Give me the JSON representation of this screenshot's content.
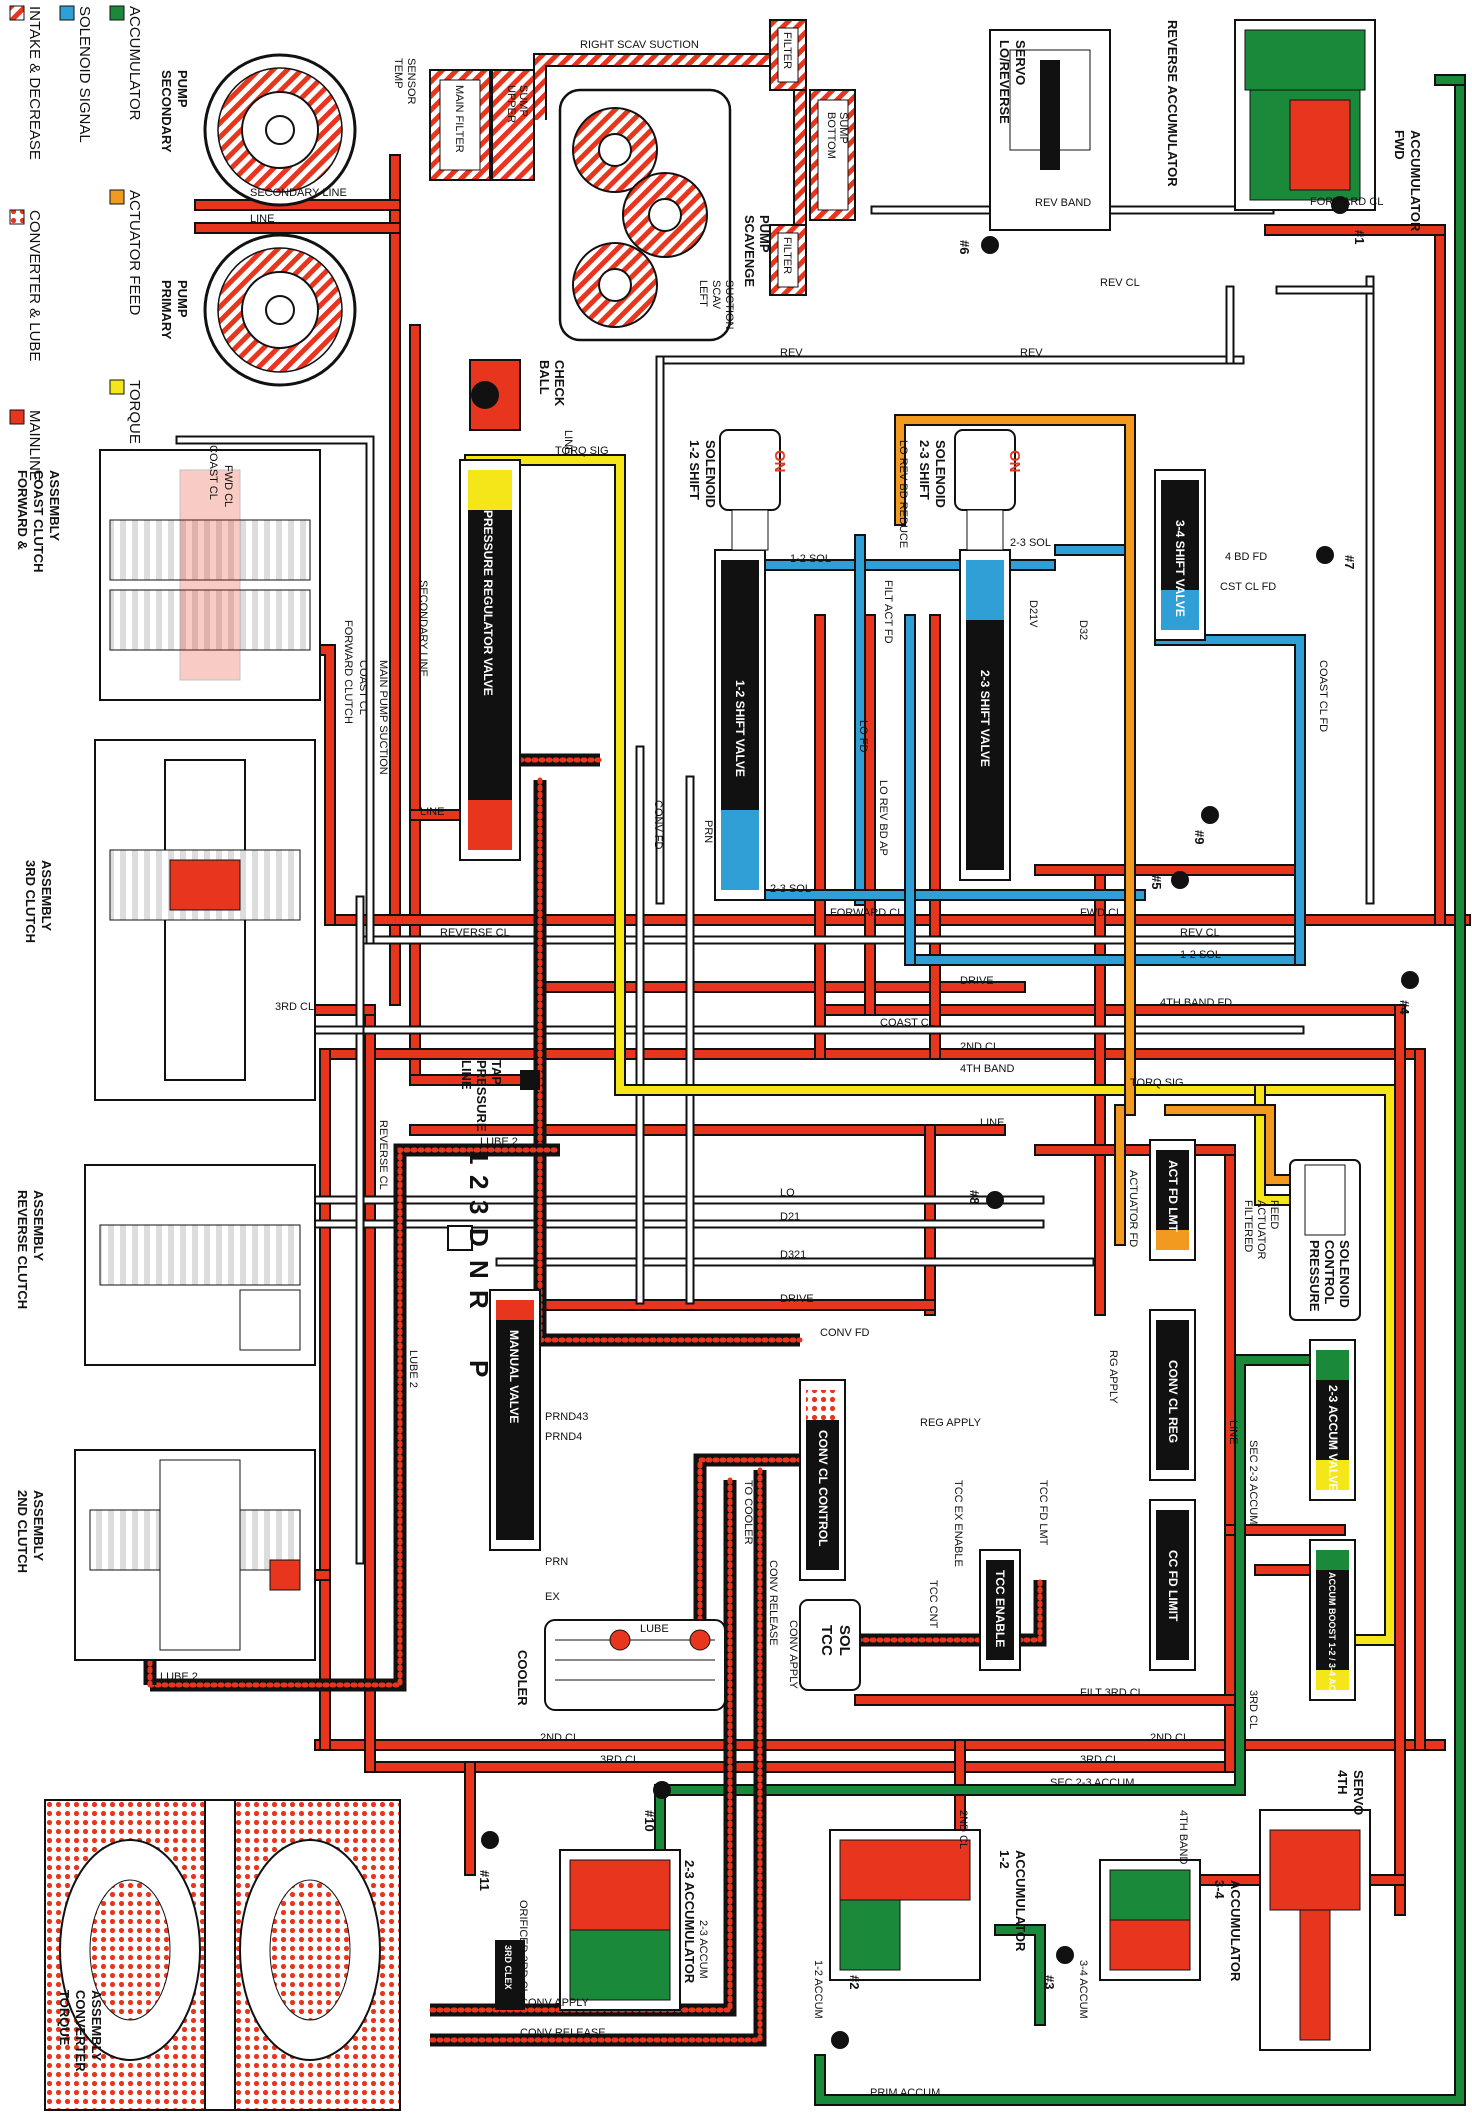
{
  "colors": {
    "mainline": "#e8351e",
    "accumulator": "#1a8a3a",
    "actuator_feed": "#f29a1f",
    "torque_signal": "#f5e61a",
    "solenoid_signal": "#2f9fd6",
    "converter_lube_dot": "#e8351e",
    "exhaust": "#ffffff"
  },
  "legend": {
    "intake": "INTAKE & DECREASE",
    "converter": "CONVERTER & LUBE",
    "mainline": "MAINLINE",
    "solenoid": "SOLENOID SIGNAL",
    "accumulator": "ACCUMULATOR",
    "actuator": "ACTUATOR FEED",
    "torque": "TORQUE SIGNAL"
  },
  "assemblies": {
    "forward_coast": [
      "FORWARD &",
      "COAST CLUTCH",
      "ASSEMBLY"
    ],
    "third": [
      "3RD CLUTCH",
      "ASSEMBLY"
    ],
    "reverse": [
      "REVERSE CLUTCH",
      "ASSEMBLY"
    ],
    "second": [
      "2ND CLUTCH",
      "ASSEMBLY"
    ],
    "torque_converter": [
      "TORQUE",
      "CONVERTER",
      "ASSEMBLY"
    ],
    "cooler": "COOLER",
    "secondary_pump": [
      "SECONDARY",
      "PUMP"
    ],
    "primary_pump": [
      "PRIMARY",
      "PUMP"
    ],
    "ball_check": [
      "BALL",
      "CHECK"
    ],
    "temp_sensor": [
      "TEMP",
      "SENSOR"
    ],
    "scavenge_pump": [
      "SCAVENGE",
      "PUMP"
    ],
    "left_scav": [
      "LEFT",
      "SCAV",
      "SUCTION"
    ],
    "lo_reverse_servo": [
      "LO/REVERSE",
      "SERVO"
    ],
    "reverse_accumulator": "REVERSE ACCUMULATOR",
    "fwd_accumulator": [
      "FWD",
      "ACCUMULATOR"
    ],
    "accum_12": [
      "1-2",
      "ACCUMULATOR"
    ],
    "accum_34": [
      "3-4",
      "ACCUMULATOR"
    ],
    "fourth_servo": [
      "4TH",
      "SERVO"
    ],
    "line_pressure_tap": [
      "LINE",
      "PRESSURE",
      "TAP"
    ],
    "pressure_control_solenoid": [
      "PRESSURE",
      "CONTROL",
      "SOLENOID"
    ],
    "filtered_actuator_feed": [
      "FILTERED",
      "ACTUATOR",
      "FEED"
    ],
    "tcc_sol": [
      "TCC",
      "SOL"
    ],
    "shift_sol_12": [
      "1-2 SHIFT",
      "SOLENOID"
    ],
    "shift_sol_23": [
      "2-3 SHIFT",
      "SOLENOID"
    ],
    "on": "ON"
  },
  "filters": {
    "main_filter": "MAIN FILTER",
    "upper_sump": [
      "UPPER",
      "SUMP"
    ],
    "bottom_sump": [
      "BOTTOM",
      "SUMP"
    ],
    "filter": "FILTER"
  },
  "valves": {
    "pressure_regulator": "PRESSURE REGULATOR VALVE",
    "manual": "MANUAL VALVE",
    "shift_12": "1-2 SHIFT VALVE",
    "shift_23": "2-3 SHIFT VALVE",
    "shift_34": "3-4 SHIFT VALVE",
    "act_fd_lmt": "ACT FD LMT",
    "conv_cl_reg": "CONV CL REG",
    "cc_fd_limit": "CC FD LIMIT",
    "conv_cl_control": "CONV CL CONTROL",
    "tcc_enable": "TCC ENABLE",
    "accum_valve_23": "2-3 ACCUM VALVE",
    "acc_boost": "ACCUM BOOST 1-2 / 3-4 ACC",
    "third_clex": "3RD CLEX",
    "accum_23": "2-3 ACCUMULATOR"
  },
  "gear_selector": [
    "P",
    "R",
    "N",
    "D",
    "3",
    "2",
    "1"
  ],
  "checkballs": [
    "#1",
    "#2",
    "#3",
    "#4",
    "#5",
    "#6",
    "#7",
    "#8",
    "#9",
    "#10",
    "#11"
  ],
  "passages": {
    "right_scav_suction": "RIGHT SCAV SUCTION",
    "secondary_line": "SECONDARY LINE",
    "line": "LINE",
    "torq_sig": "TORQ SIG",
    "rev": "REV",
    "rev_band": "REV BAND",
    "rev_cl": "REV CL",
    "forward_cl": "FORWARD CL",
    "prim_accum": "PRIM ACCUM",
    "sec_23_accum": "SEC 2-3 ACCUM",
    "coast_cl": "COAST CL",
    "fwd_cl": "FWD CL",
    "forward_clutch": "FORWARD CLUTCH",
    "coast_cl_v": "COAST CL",
    "main_pump_suction": "MAIN PUMP SUCTION",
    "secondary_line_v": "SECONDARY LINE",
    "reverse_cl": "REVERSE CL",
    "third_cl": "3RD CL",
    "second_cl": "2ND CL",
    "fourth_band": "4TH BAND",
    "fourth_band_fd": "4TH BAND FD",
    "drive": "DRIVE",
    "sol_12": "1-2 SOL",
    "sol_23": "2-3 SOL",
    "lube_2": "LUBE 2",
    "lo": "LO",
    "d21": "D21",
    "d321": "D321",
    "conv_fd": "CONV FD",
    "prn": "PRN",
    "prnd4": "PRND4",
    "prnd43": "PRND43",
    "ex": "EX",
    "lube": "LUBE",
    "to_cooler": "TO COOLER",
    "conv_release": "CONV RELEASE",
    "conv_apply": "CONV APPLY",
    "tcc_cnt": "TCC CNT",
    "tcc_ex_enable": "TCC EX ENABLE",
    "tcc_fd_lmt": "TCC FD LMT",
    "reg_apply": "REG APPLY",
    "rg_apply": "RG APPLY",
    "filt_3rd_cl": "FILT 3RD CL",
    "orificed_3rd_cl": "ORIFICED 3RD CL",
    "accum_23": "2-3 ACCUM",
    "accum_12": "1-2 ACCUM",
    "accum_34": "3-4 ACCUM",
    "filt_act_fd": "FILT ACT FD",
    "lo_rev_bd_reduce": "LO REV BD REDUCE",
    "lo_rev_bd_ap": "LO REV BD AP",
    "lo_fd": "LO FD",
    "fourth_bd_fd": "4 BD FD",
    "cst_cl_fd": "CST CL FD",
    "coast_cl_fd": "COAST CL FD",
    "actuator_fd": "ACTUATOR FD",
    "fwd_cl_short": "FWD CL",
    "d21v": "D21V",
    "d32": "D32"
  }
}
